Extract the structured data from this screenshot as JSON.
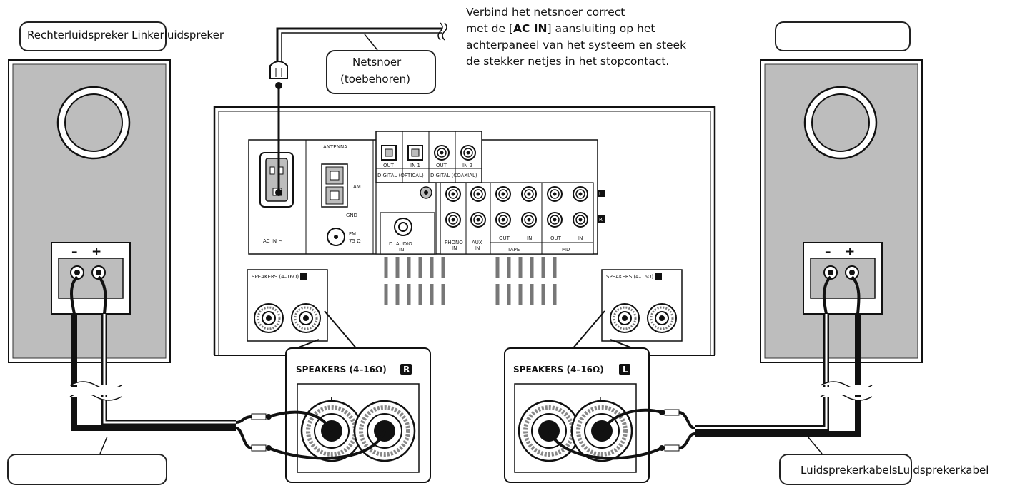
{
  "labels": {
    "speaker_right": "Rechterluidspreker Linkerluidspreker",
    "power_cord": [
      "Netsnoer",
      "(toebehoren)"
    ],
    "speaker_cables": "LuidsprekerkabelsLuidsprekerkabel"
  },
  "note": {
    "line1": "Verbind het netsnoer correct",
    "line2_pre": "met de [",
    "line2_bold": "AC IN",
    "line2_post": "] aansluiting op het",
    "line3": "achterpaneel van het systeem en steek",
    "line4": "de stekker netjes in het stopcontact."
  },
  "panel": {
    "antenna": "ANTENNA",
    "am": "AM",
    "gnd": "GND",
    "fm": "FM",
    "fm_ohm": "75 Ω",
    "ac_in": "AC IN ~",
    "out": "OUT",
    "in1": "IN 1",
    "in2": "IN 2",
    "digital_optical": "DIGITAL (OPTICAL)",
    "digital_coaxial": "DIGITAL (COAXIAL)",
    "d_audio": "D. AUDIO",
    "in": "IN",
    "phono": "PHONO",
    "aux": "AUX",
    "tape": "TAPE",
    "md": "MD",
    "ch_l": "L",
    "ch_r": "R",
    "speakers_r_small": "SPEAKERS (4–16Ω)",
    "speakers_l_small": "SPEAKERS (4–16Ω)"
  },
  "zoom": {
    "speakers_r": "SPEAKERS (4–16Ω)",
    "speakers_l": "SPEAKERS (4–16Ω)",
    "badge_r": "R",
    "badge_l": "L"
  },
  "symbols": {
    "minus": "–",
    "plus": "+"
  }
}
